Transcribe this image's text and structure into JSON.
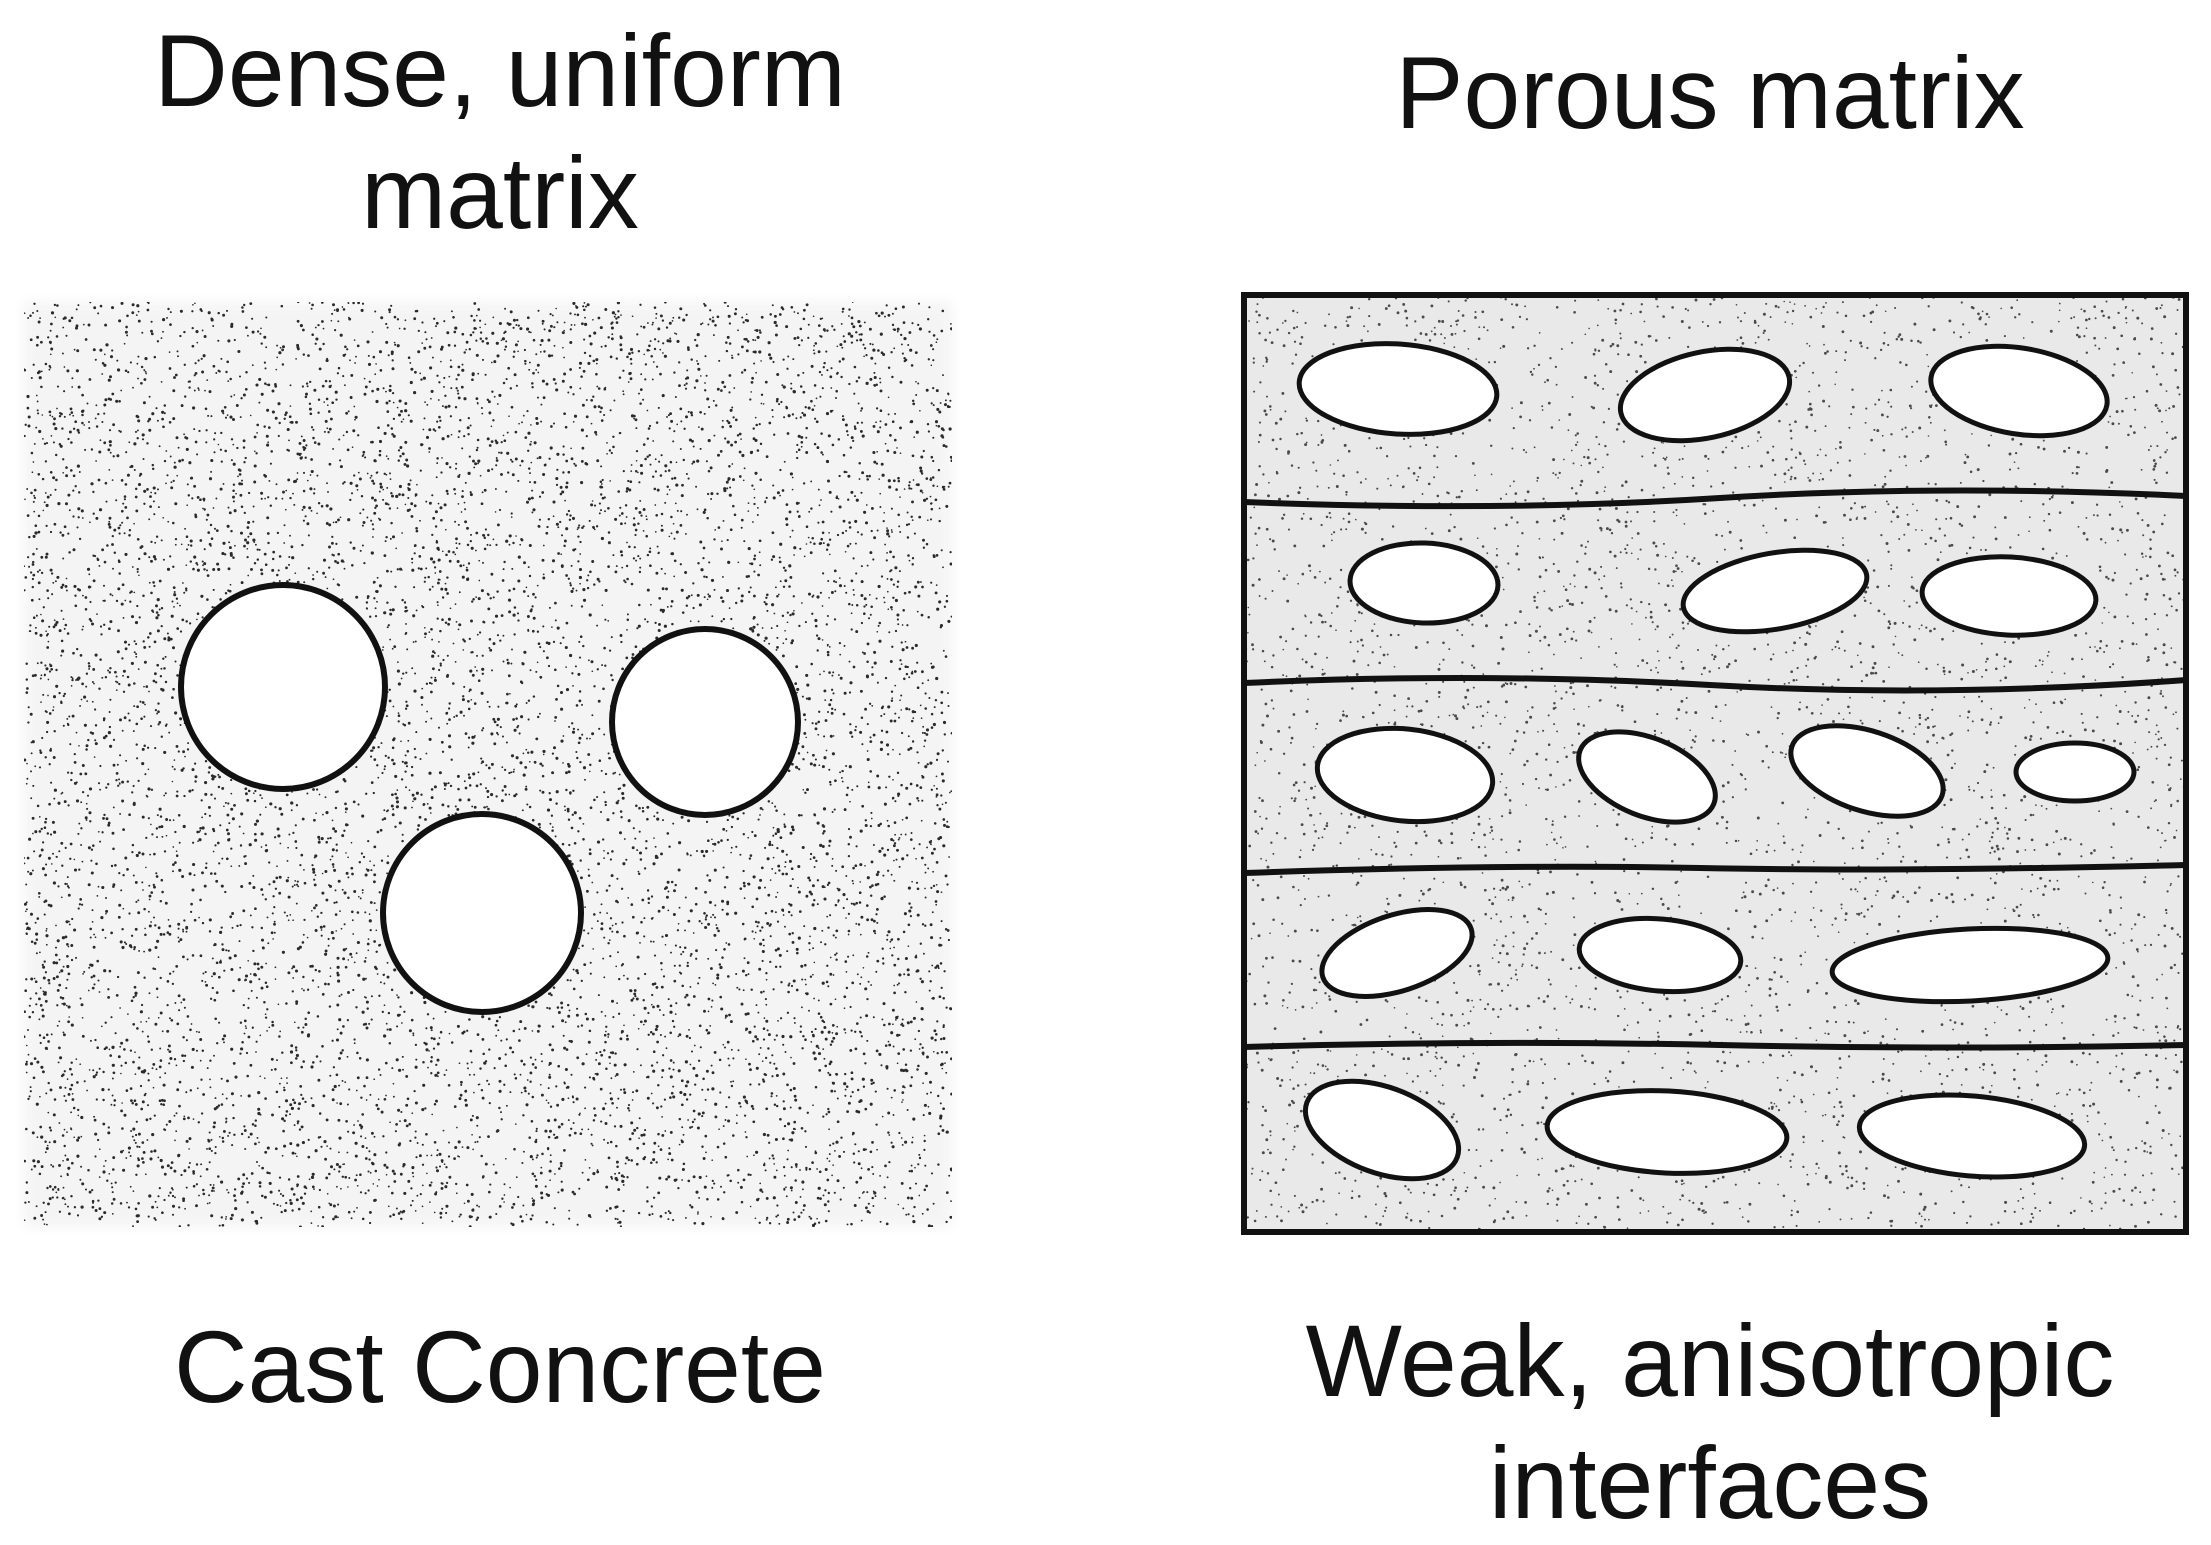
{
  "left_panel": {
    "top_label_lines": [
      "Dense, uniform",
      "matrix"
    ],
    "bottom_label": "Cast Concrete"
  },
  "right_panel": {
    "top_label": "Porous matrix",
    "bottom_label_lines": [
      "Weak, anisotropic",
      "interfaces"
    ]
  },
  "colors": {
    "ink": "#111111",
    "dense_stipple": "#2a2a2a",
    "porous_fill": "#e9e9e9",
    "porous_stipple": "#4a4a4a",
    "void_fill": "#ffffff"
  }
}
